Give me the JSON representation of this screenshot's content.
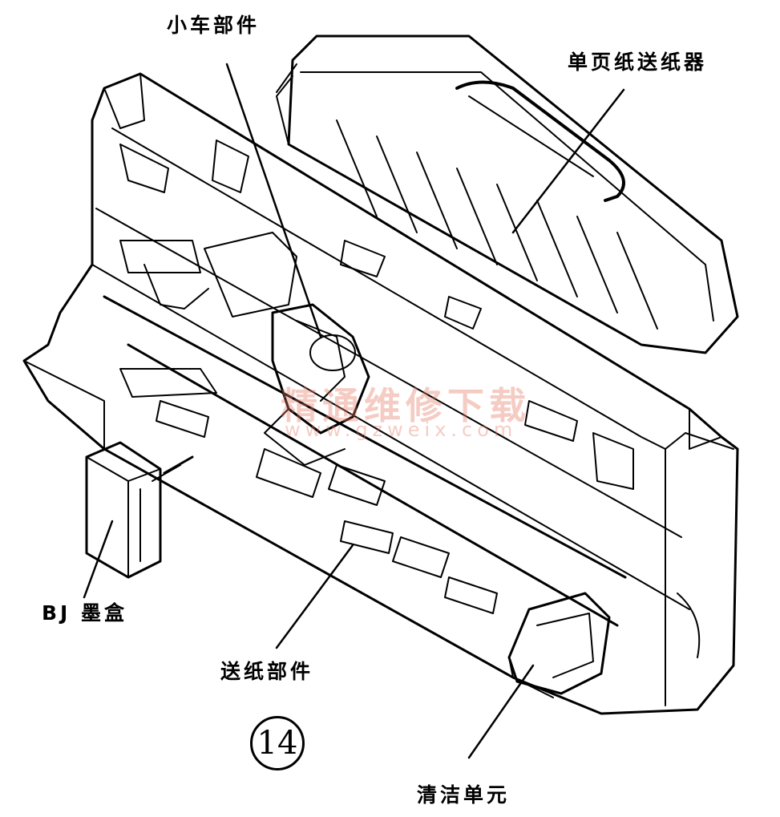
{
  "labels": {
    "carriage_unit": "小车部件",
    "sheet_feeder": "单页纸送纸器",
    "bj_cartridge": "BJ 墨盒",
    "paper_feed_unit": "送纸部件",
    "cleaning_unit": "清洁单元"
  },
  "figure_number": "14",
  "watermark": {
    "text": "精通维修下载",
    "url": "www.gzweix.com",
    "color": "#e67864"
  },
  "colors": {
    "line": "#000000",
    "background": "#ffffff"
  }
}
